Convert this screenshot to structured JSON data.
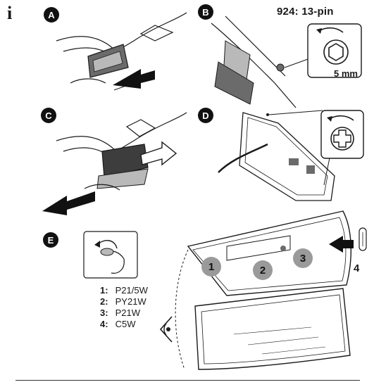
{
  "header": {
    "info_icon": "i",
    "title": "924: 13-pin"
  },
  "steps": [
    {
      "id": "A",
      "label": "A"
    },
    {
      "id": "B",
      "label": "B"
    },
    {
      "id": "C",
      "label": "C"
    },
    {
      "id": "D",
      "label": "D"
    },
    {
      "id": "E",
      "label": "E"
    }
  ],
  "step_b": {
    "wrench_size": "5 mm"
  },
  "step_e": {
    "bulb_numbers": [
      "1",
      "2",
      "3"
    ],
    "side_bulb_number": "4",
    "legend": [
      {
        "num": "1:",
        "bulb": "P21/5W"
      },
      {
        "num": "2:",
        "bulb": "PY21W"
      },
      {
        "num": "3:",
        "bulb": "P21W"
      },
      {
        "num": "4:",
        "bulb": "C5W"
      }
    ]
  },
  "colors": {
    "ink": "#1a1a1a",
    "shade": "#6b6b6b",
    "light_shade": "#b9b9b9"
  }
}
